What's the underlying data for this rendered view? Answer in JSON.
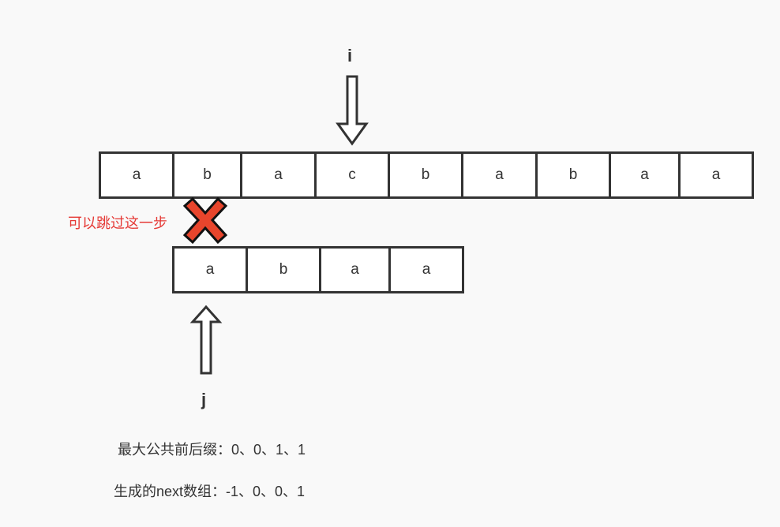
{
  "pointer_i": {
    "label": "i"
  },
  "pointer_j": {
    "label": "j"
  },
  "main_string": {
    "cells": [
      "a",
      "b",
      "a",
      "c",
      "b",
      "a",
      "b",
      "a",
      "a"
    ]
  },
  "pattern_string": {
    "cells": [
      "a",
      "b",
      "a",
      "a"
    ]
  },
  "skip_note": "可以跳过这一步",
  "captions": {
    "prefix_suffix": "最大公共前后缀：0、0、1、1",
    "next_array": "生成的next数组：-1、0、0、1"
  },
  "colors": {
    "cross": "#e8452c",
    "note": "#e53935",
    "border": "#333333"
  }
}
